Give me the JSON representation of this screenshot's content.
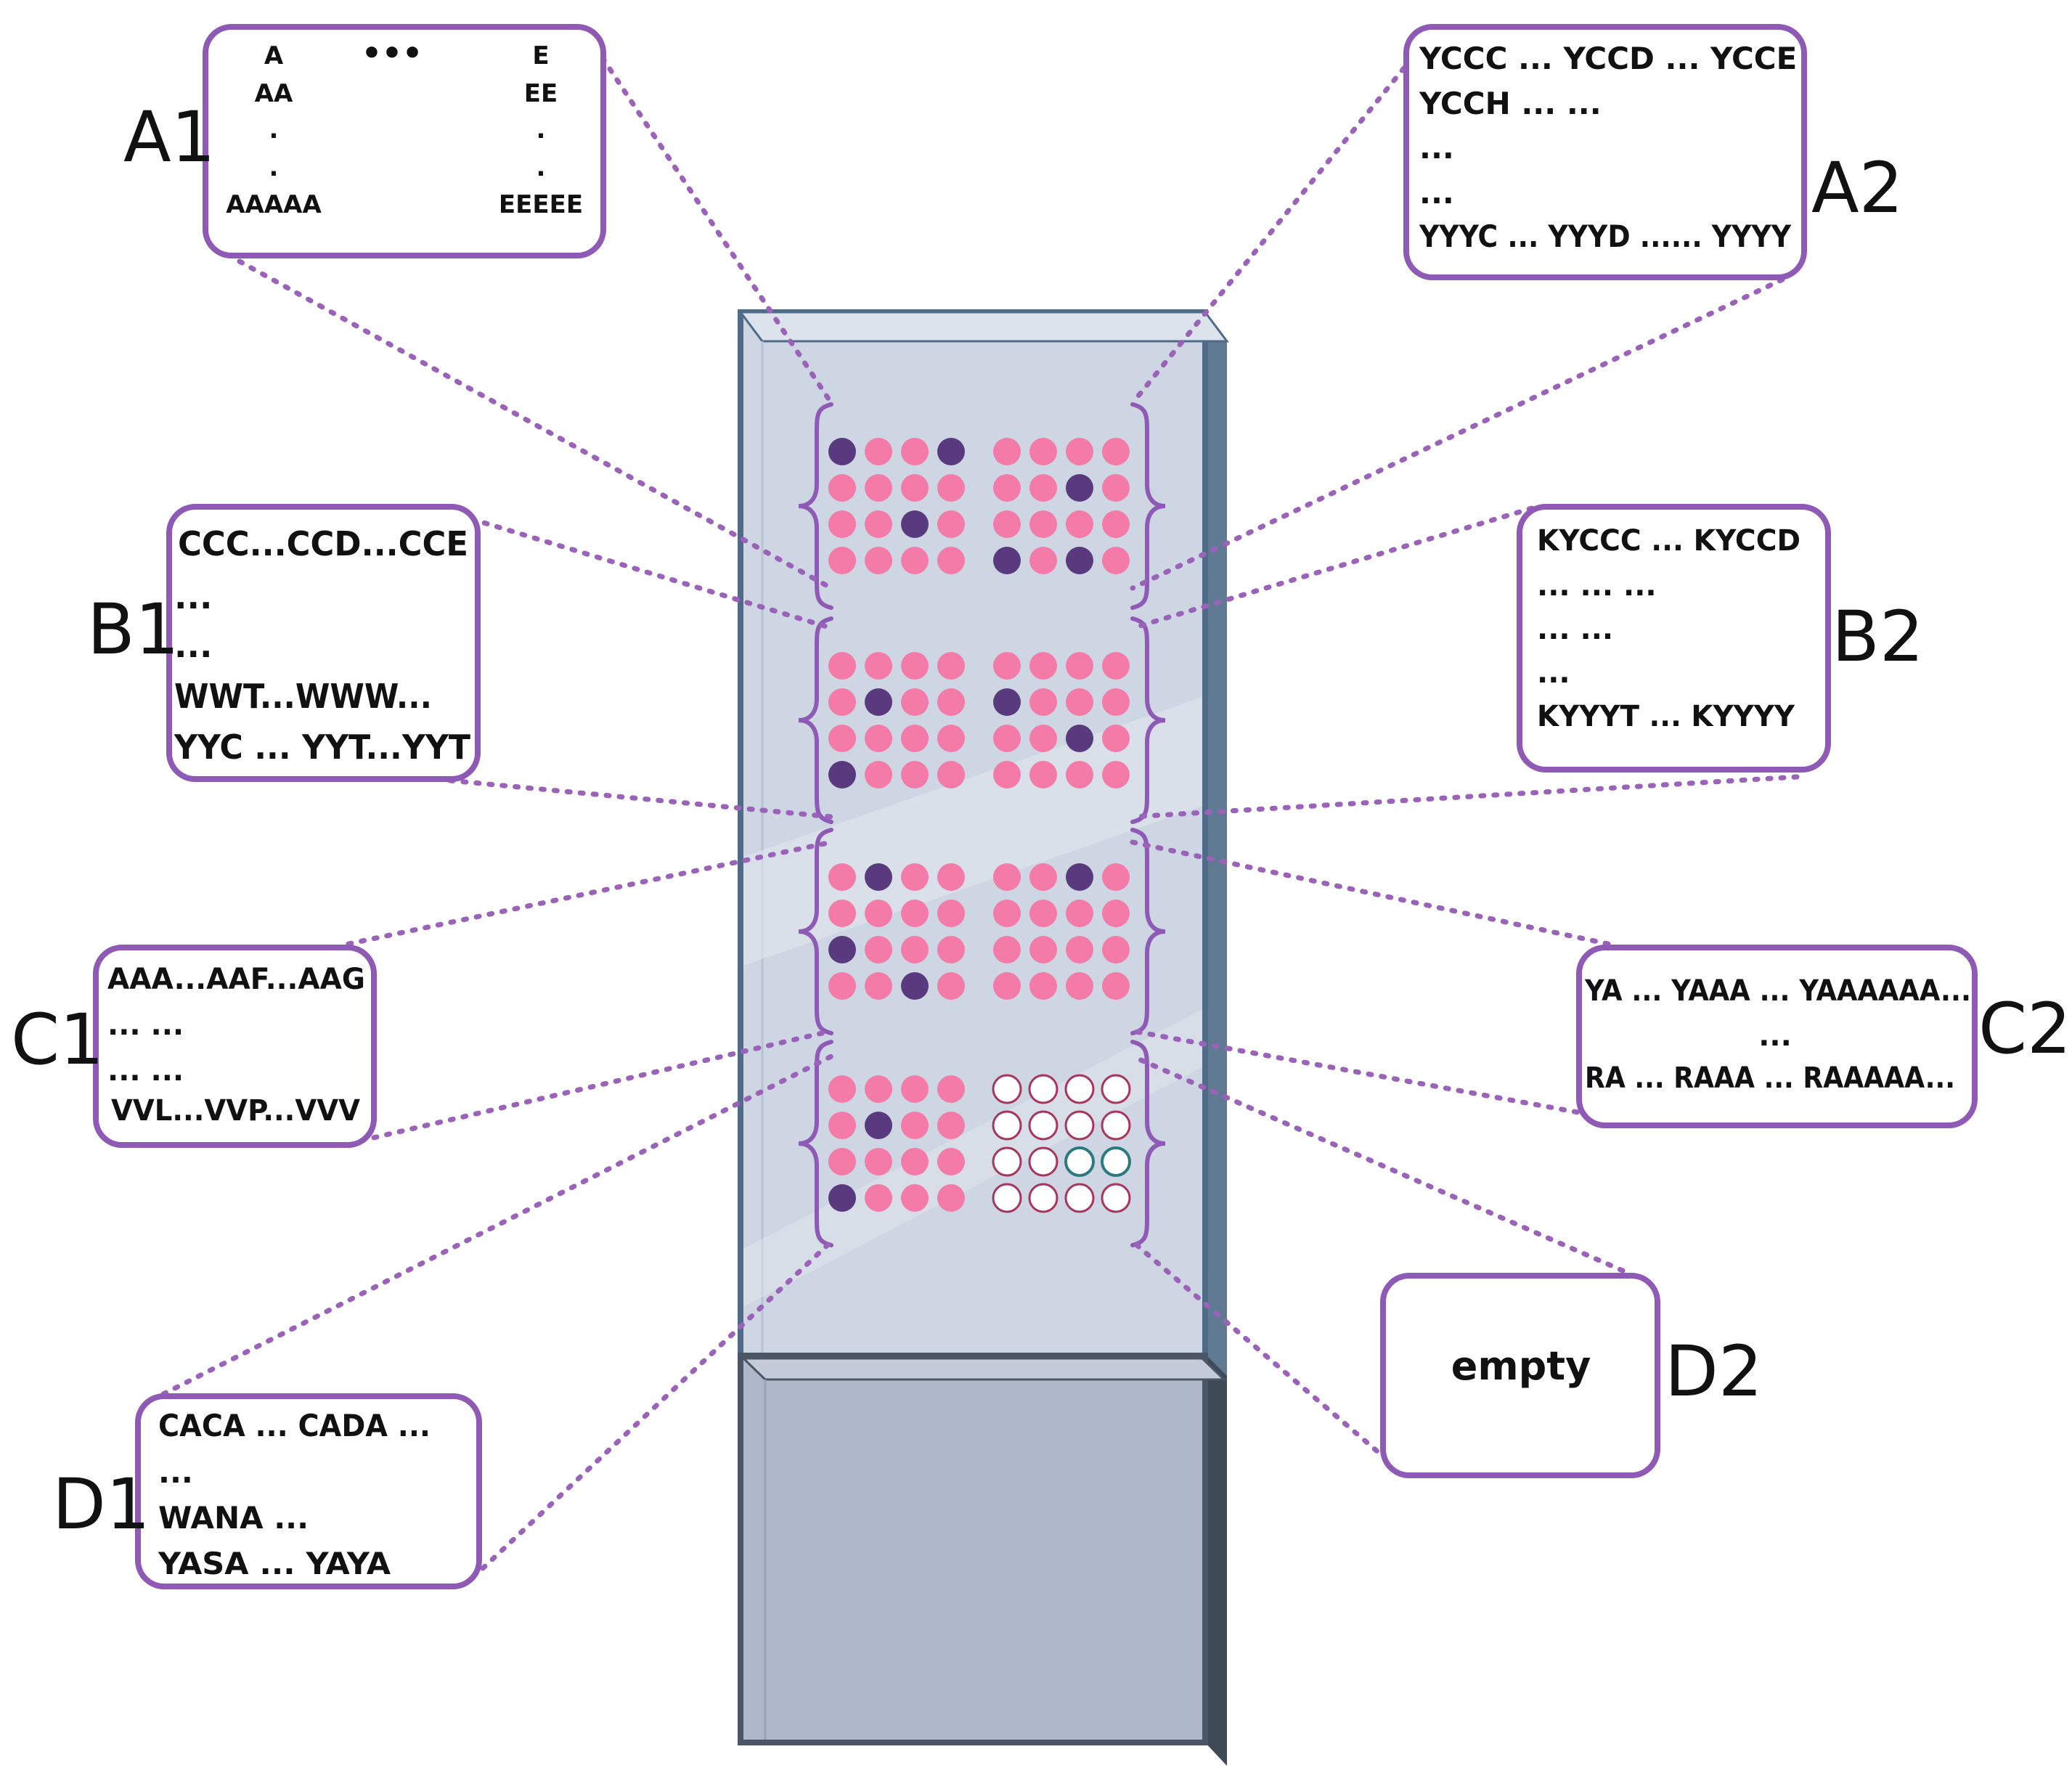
{
  "colors": {
    "accent": "#8e5ab5",
    "leader": "#9a62b8",
    "spot_filled": "#f47aa8",
    "spot_marked": "#5a3a7e",
    "spot_empty_stroke": "#a8355e",
    "spot_special_stroke": "#2c7a80",
    "glass": "#cdd6e2",
    "glass_edge": "#4f6b88",
    "label_area": "#aeb8c9",
    "label_edge": "#4a5666"
  },
  "icons": {
    "bracket": "curly-brace",
    "spot": "circle"
  },
  "panels": {
    "A1": {
      "label": "A1",
      "lines": {
        "col_left": [
          "A",
          "AA",
          ".",
          ".",
          "AAAAA"
        ],
        "col_mid": "•••",
        "col_right": [
          "E",
          "EE",
          ".",
          ".",
          "EEEEE"
        ]
      }
    },
    "A2": {
      "label": "A2",
      "lines": [
        "YCCC ... YCCD ... YCCE",
        "YCCH ... ...",
        "...",
        "...",
        "YYYC ... YYYD ...... YYYY"
      ]
    },
    "B1": {
      "label": "B1",
      "lines": [
        "CCC...CCD...CCE",
        "...",
        "...",
        "WWT...WWW...",
        "YYC  ... YYT...YYT"
      ]
    },
    "B2": {
      "label": "B2",
      "lines": [
        "KYCCC ... KYCCD",
        "... ... ...",
        "... ...",
        "...",
        "KYYYT ... KYYYY"
      ]
    },
    "C1": {
      "label": "C1",
      "lines": [
        "AAA...AAF...AAG",
        "... ...",
        "... ...",
        "VVL...VVP...VVV"
      ]
    },
    "C2": {
      "label": "C2",
      "lines": [
        "YA ... YAAA ... YAAAAAA...",
        "...",
        "RA ... RAAA ... RAAAAA..."
      ]
    },
    "D1": {
      "label": "D1",
      "lines": [
        "CACA ... CADA ...",
        "...",
        "WANA ...",
        "YASA ...  YAYA"
      ]
    },
    "D2": {
      "label": "D2",
      "text": "empty"
    }
  },
  "slide": {
    "blocks": [
      {
        "id": "A1",
        "rows": [
          [
            "d",
            "p",
            "p",
            "d"
          ],
          [
            "p",
            "p",
            "p",
            "p"
          ],
          [
            "p",
            "p",
            "d",
            "p"
          ],
          [
            "p",
            "p",
            "p",
            "p"
          ]
        ]
      },
      {
        "id": "A2",
        "rows": [
          [
            "p",
            "p",
            "p",
            "p"
          ],
          [
            "p",
            "p",
            "d",
            "p"
          ],
          [
            "p",
            "p",
            "p",
            "p"
          ],
          [
            "d",
            "p",
            "d",
            "p"
          ]
        ]
      },
      {
        "id": "B1",
        "rows": [
          [
            "p",
            "p",
            "p",
            "p"
          ],
          [
            "p",
            "d",
            "p",
            "p"
          ],
          [
            "p",
            "p",
            "p",
            "p"
          ],
          [
            "d",
            "p",
            "p",
            "p"
          ]
        ]
      },
      {
        "id": "B2",
        "rows": [
          [
            "p",
            "p",
            "p",
            "p"
          ],
          [
            "d",
            "p",
            "p",
            "p"
          ],
          [
            "p",
            "p",
            "d",
            "p"
          ],
          [
            "p",
            "p",
            "p",
            "p"
          ]
        ]
      },
      {
        "id": "C1",
        "rows": [
          [
            "p",
            "d",
            "p",
            "p"
          ],
          [
            "p",
            "p",
            "p",
            "p"
          ],
          [
            "d",
            "p",
            "p",
            "p"
          ],
          [
            "p",
            "p",
            "d",
            "p"
          ]
        ]
      },
      {
        "id": "C2",
        "rows": [
          [
            "p",
            "p",
            "d",
            "p"
          ],
          [
            "p",
            "p",
            "p",
            "p"
          ],
          [
            "p",
            "p",
            "p",
            "p"
          ],
          [
            "p",
            "p",
            "p",
            "p"
          ]
        ]
      },
      {
        "id": "D1",
        "rows": [
          [
            "p",
            "p",
            "p",
            "p"
          ],
          [
            "p",
            "d",
            "p",
            "p"
          ],
          [
            "p",
            "p",
            "p",
            "p"
          ],
          [
            "d",
            "p",
            "p",
            "p"
          ]
        ]
      },
      {
        "id": "D2",
        "rows": [
          [
            "e",
            "e",
            "e",
            "e"
          ],
          [
            "e",
            "e",
            "e",
            "e"
          ],
          [
            "e",
            "e",
            "t",
            "t"
          ],
          [
            "e",
            "e",
            "e",
            "e"
          ]
        ]
      }
    ]
  }
}
